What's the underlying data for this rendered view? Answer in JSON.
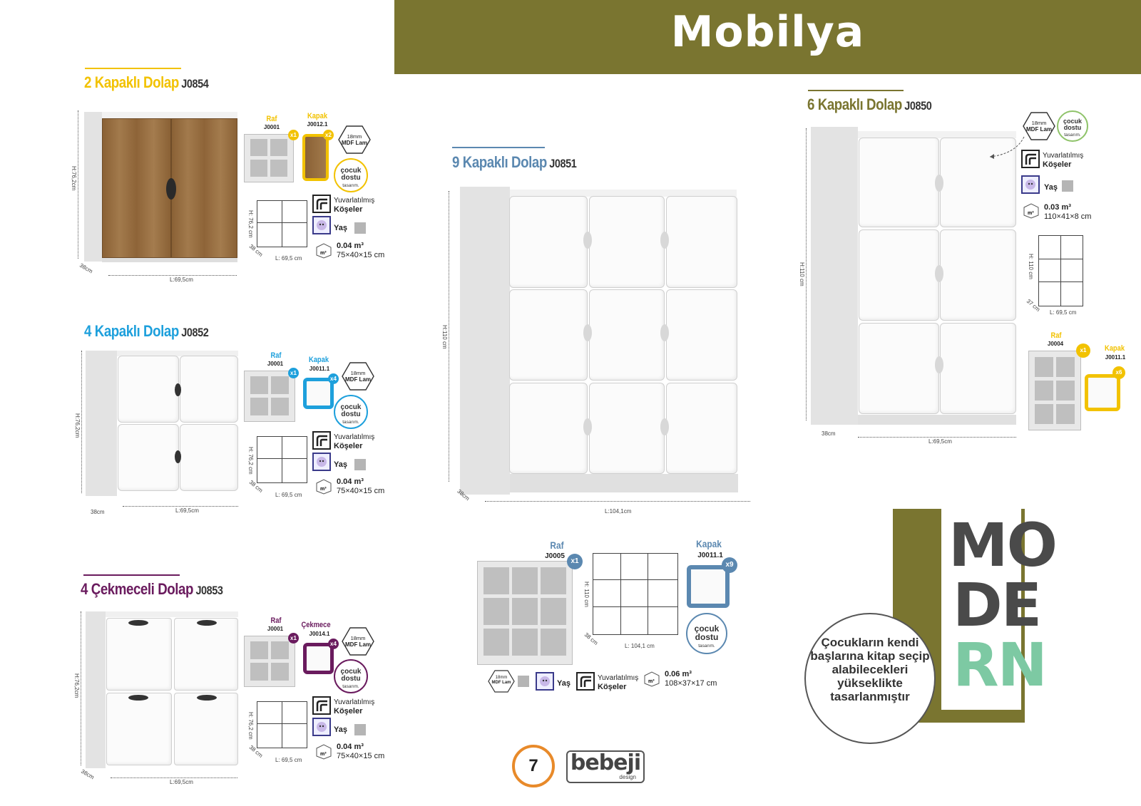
{
  "header": {
    "title": "Mobilya"
  },
  "colors": {
    "olive": "#7a7530",
    "yellow": "#f2c200",
    "blue": "#1ea0dc",
    "purple": "#6a1b5e",
    "steel": "#5b88b0",
    "orange": "#e88a2a",
    "green": "#8fc36a",
    "mint": "#7dc9a3"
  },
  "common": {
    "raf_label": "Raf",
    "kapak_label": "Kapak",
    "cekmece_label": "Çekmece",
    "hex_top": "18mm",
    "hex_bottom": "MDF Lam",
    "cocuk_1": "çocuk",
    "cocuk_2": "dostu",
    "cocuk_3": "tasarım.",
    "yuvarlatilmis": "Yuvarlatılmış",
    "koseler": "Köşeler",
    "yas": "Yaş",
    "m3": "m³"
  },
  "products": {
    "p2": {
      "name": "2 Kapaklı Dolap",
      "code": "J0854",
      "height": "H:76,2cm",
      "depth": "38cm",
      "length": "L:69,5cm",
      "raf_code": "J0001",
      "raf_count": "x1",
      "kapak_code": "J0012.1",
      "kapak_count": "x2",
      "line_h": "H: 76,2 cm",
      "line_d": "38 cm",
      "line_l": "L: 69,5 cm",
      "volume": "0.04 m³",
      "pack": "75×40×15 cm"
    },
    "p4": {
      "name": "4 Kapaklı Dolap",
      "code": "J0852",
      "height": "H:76,2cm",
      "depth": "38cm",
      "length": "L:69,5cm",
      "raf_code": "J0001",
      "raf_count": "x1",
      "kapak_code": "J0011.1",
      "kapak_count": "x4",
      "line_h": "H: 76,2 cm",
      "line_d": "38 cm",
      "line_l": "L: 69,5 cm",
      "volume": "0.04 m³",
      "pack": "75×40×15 cm"
    },
    "pc": {
      "name": "4 Çekmeceli Dolap",
      "code": "J0853",
      "height": "H:76,2cm",
      "depth": "38cm",
      "length": "L:69,5cm",
      "raf_code": "J0001",
      "raf_count": "x1",
      "kapak_code": "J0014.1",
      "kapak_count": "x4",
      "line_h": "H: 76,2 cm",
      "line_d": "38 cm",
      "line_l": "L: 69,5 cm",
      "volume": "0.04 m³",
      "pack": "75×40×15 cm"
    },
    "p9": {
      "name": "9 Kapaklı Dolap",
      "code": "J0851",
      "height": "H:110 cm",
      "depth": "38cm",
      "length": "L:104,1cm",
      "raf_code": "J0005",
      "raf_count": "x1",
      "kapak_code": "J0011.1",
      "kapak_count": "x9",
      "line_h": "H: 110 cm",
      "line_d": "38 cm",
      "line_l": "L: 104,1 cm",
      "volume": "0.06 m³",
      "pack": "108×37×17 cm"
    },
    "p6": {
      "name": "6 Kapaklı Dolap",
      "code": "J0850",
      "height": "H:110 cm",
      "depth": "38cm",
      "length": "L:69,5cm",
      "raf_code": "J0004",
      "raf_count": "x1",
      "kapak_code": "J0011.1",
      "kapak_count": "x6",
      "line_h": "H: 110 cm",
      "line_d": "37 cm",
      "line_l": "L: 69,5 cm",
      "volume": "0.03 m³",
      "pack": "110×41×8 cm"
    }
  },
  "modern": {
    "row1": "MO",
    "row2": "DE",
    "row3": "RN",
    "text": "Çocukların kendi başlarına kitap seçip alabilecekleri yükseklikte tasarlanmıştır"
  },
  "footer": {
    "page": "7",
    "brand": "bebeji",
    "brand_sub": "design"
  }
}
